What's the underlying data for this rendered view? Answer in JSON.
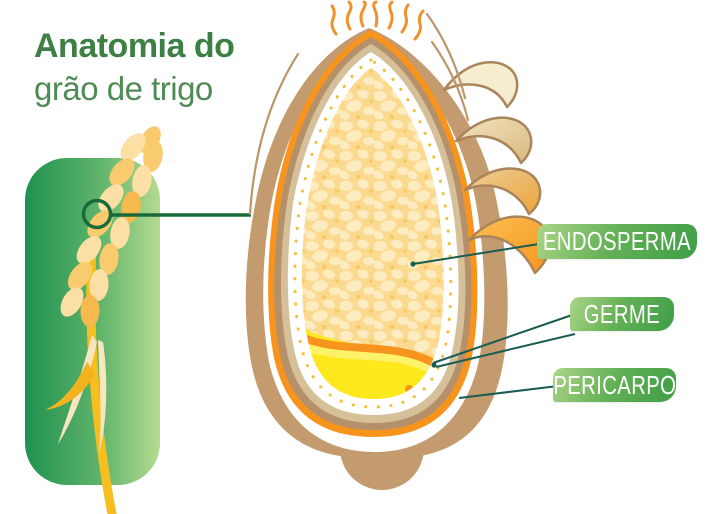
{
  "title": {
    "line1": "Anatomia do",
    "line2": "grão de trigo"
  },
  "labels": {
    "endosperma": "ENDOSPERMA",
    "germe": "GERME",
    "pericarpo": "PERICARPO"
  },
  "icons": {
    "wheat_ear": "wheat-ear-illustration",
    "magnifier_circle": "zoom-marker-circle",
    "grain_section": "wheat-grain-cross-section"
  },
  "colors": {
    "title_bold_green": "#3c8044",
    "title_light_green": "#4f8c55",
    "panel_gradient_start": "#1f9150",
    "panel_gradient_end": "#b4db90",
    "label_gradient_start": "#abd687",
    "label_gradient_end": "#3f9e47",
    "label_text": "#ffffff",
    "leader_line": "#1a5b52",
    "marker_green": "#1a6b3b",
    "pericarp_tan": "#c49b6e",
    "bran_dark_tan": "#b5916b",
    "bran_khaki": "#d6c09a",
    "outer_orange": "#f7941d",
    "endosperm_base": "#fbd98f",
    "endosperm_blob": "#fcecc0",
    "germ_yellow": "#ffe81c",
    "germ_highlight": "#fff26b",
    "wheat_light": "#fbdfa4",
    "wheat_gold": "#f8cc6e",
    "stem_gold": "#f7be20"
  }
}
